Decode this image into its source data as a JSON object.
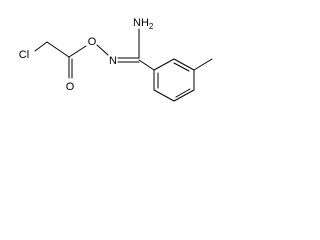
{
  "molecule": {
    "atoms": {
      "chlorine": "Cl",
      "ether_oxygen": "O",
      "imine_nitrogen": "N",
      "carbonyl_oxygen": "O",
      "amine": {
        "main": "NH",
        "subscript": "2"
      }
    }
  },
  "colors": {
    "line": "#000000",
    "background": "#ffffff"
  }
}
